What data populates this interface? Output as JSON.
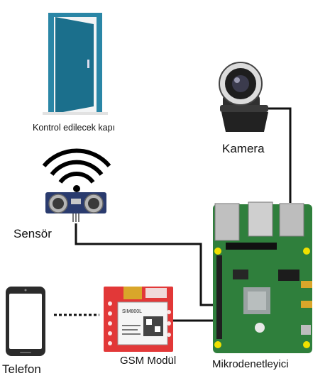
{
  "labels": {
    "door": "Kontrol edilecek kapı",
    "camera": "Kamera",
    "sensor": "Sensör",
    "phone": "Telefon",
    "gsm": "GSM Modül",
    "mcu": "Mikrodenetleyici"
  },
  "gsm_module_print": "SIM800L",
  "colors": {
    "door": "#1b6f8c",
    "door_frame": "#2a86a6",
    "pcb": "#2f7f3c",
    "gsm_pcb": "#e23838",
    "wire": "#111111"
  },
  "icons": [
    "door-icon",
    "webcam-icon",
    "wifi-signal-icon",
    "ultrasonic-sensor-icon",
    "smartphone-icon",
    "gsm-module-icon",
    "raspberry-pi-board-icon"
  ]
}
